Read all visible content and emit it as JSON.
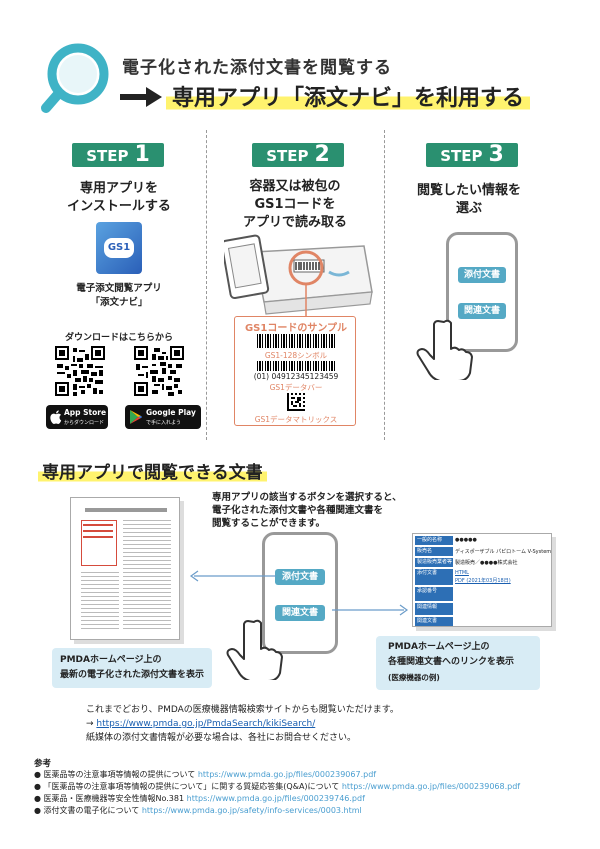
{
  "header": {
    "title_line1": "電子化された添付文書を閲覧する",
    "title_line2": "専用アプリ「添文ナビ」を利用する"
  },
  "steps": [
    {
      "label": "STEP",
      "number": "1",
      "text_l1": "専用アプリを",
      "text_l2": "インストールする"
    },
    {
      "label": "STEP",
      "number": "2",
      "text_l1": "容器又は被包の",
      "text_l2": "GS1コードを",
      "text_l3": "アプリで読み取る"
    },
    {
      "label": "STEP",
      "number": "3",
      "text_l1": "閲覧したい情報を",
      "text_l2": "選ぶ"
    }
  ],
  "step1": {
    "app_icon_text": "GS1",
    "app_name_l1": "電子添文閲覧アプリ",
    "app_name_l2": "「添文ナビ」",
    "download_label": "ダウンロードはこちらから",
    "app_store_top": "App Store",
    "app_store_bottom": "からダウンロード",
    "google_play_top": "Google Play",
    "google_play_bottom": "で手に入れよう"
  },
  "step2": {
    "sample_title": "GS1コードのサンプル",
    "symbol_label": "GS1-128シンボル",
    "barcode_number": "(01) 04912345123459",
    "databar_label": "GS1データバー",
    "matrix_label": "GS1データマトリックス"
  },
  "step3": {
    "btn_attached": "添付文書",
    "btn_related": "関連文書"
  },
  "section2": {
    "title": "専用アプリで閲覧できる文書",
    "description_l1": "専用アプリの該当するボタンを選択すると、",
    "description_l2": "電子化された添付文書や各種関連文書を",
    "description_l3": "閲覧することができます。",
    "btn_attached": "添付文書",
    "btn_related": "関連文書",
    "left_callout_l1": "PMDAホームページ上の",
    "left_callout_l2": "最新の電子化された添付文書を表示",
    "right_callout_l1": "PMDAホームページ上の",
    "right_callout_l2": "各種関連文書へのリンクを表示",
    "right_callout_l3": "(医療機器の例)",
    "table_product": "ディスポーザブル パピロトーム V-System",
    "table_company": "製造販売／●●●●株式会社",
    "table_rows": [
      "一般的名称",
      "販売名",
      "製造販売業者等",
      "添付文書",
      "承認番号",
      "関連情報",
      "関連文書"
    ],
    "table_link_1": "HTML",
    "table_link_2": "PDF (2021年03月18日)"
  },
  "footer_note": {
    "line1": "これまでどおり、PMDAの医療機器情報検索サイトからも閲覧いただけます。",
    "line2_prefix": "→ ",
    "line2_url": "https://www.pmda.go.jp/PmdaSearch/kikiSearch/",
    "line3": "紙媒体の添付文書情報が必要な場合は、各社にお問合せください。"
  },
  "references": {
    "title": "参考",
    "items": [
      {
        "bullet": "●",
        "text": "医薬品等の注意事項等情報の提供について",
        "url": "https://www.pmda.go.jp/files/000239067.pdf"
      },
      {
        "bullet": "●",
        "text": "「医薬品等の注意事項等情報の提供について」に関する質疑応答集(Q&A)について",
        "url": "https://www.pmda.go.jp/files/000239068.pdf"
      },
      {
        "bullet": "●",
        "text": "医薬品・医療機器等安全性情報No.381",
        "url": "https://www.pmda.go.jp/files/000239746.pdf"
      },
      {
        "bullet": "●",
        "text": "添付文書の電子化について",
        "url": "https://www.pmda.go.jp/safety/info-services/0003.html"
      }
    ]
  },
  "colors": {
    "step_green": "#2a9070",
    "highlight_yellow": "#fff36e",
    "accent_teal": "#3fb3c6",
    "button_blue": "#55a9c5",
    "sample_orange": "#e08565",
    "link_blue": "#1a5fb0"
  }
}
